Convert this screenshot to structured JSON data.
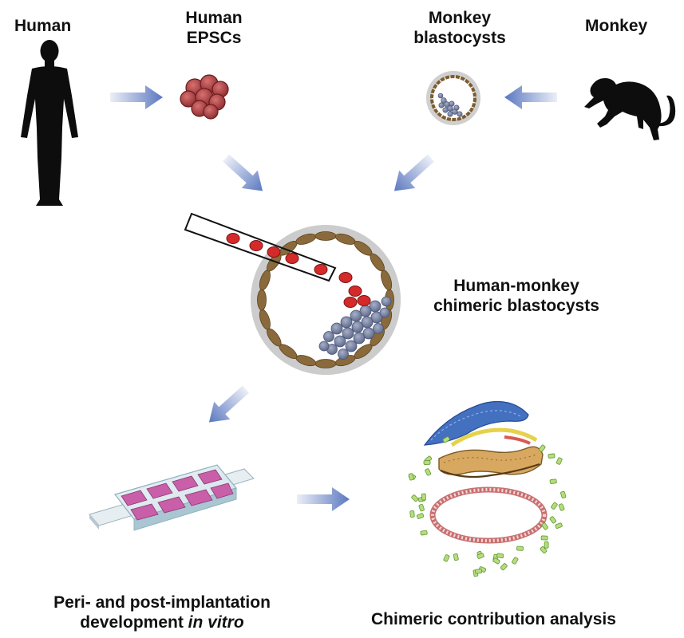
{
  "labels": {
    "human": "Human",
    "epsc_line1": "Human",
    "epsc_line2": "EPSCs",
    "monkey_blast_line1": "Monkey",
    "monkey_blast_line2": "blastocysts",
    "monkey": "Monkey",
    "chimeric_line1": "Human-monkey",
    "chimeric_line2": "chimeric blastocysts",
    "culture_line1": "Peri- and post-implantation",
    "culture_line2_plain": "development ",
    "culture_line2_italic": "in vitro",
    "analysis": "Chimeric contribution analysis"
  },
  "colors": {
    "arrow": "#5b78c0",
    "human_cell": "#a8383c",
    "injected_cell": "#d42a2a",
    "trophectoderm": "#8a6a3a",
    "inner_cell_mass": "#7c86a8",
    "zona": "#cccccc",
    "well": "#c85fa8",
    "ectoderm": "#4470c0",
    "mesoderm_band": "#d8a860",
    "endoderm_ring": "#c87070",
    "scattered_cells": "#88c050"
  },
  "icons": {
    "human": "human-silhouette-icon",
    "monkey": "monkey-silhouette-icon",
    "epscs": "cell-cluster-icon",
    "blastocyst": "blastocyst-icon",
    "injection": "micropipette-icon",
    "culture": "culture-plate-icon",
    "analysis": "embryo-section-icon"
  }
}
